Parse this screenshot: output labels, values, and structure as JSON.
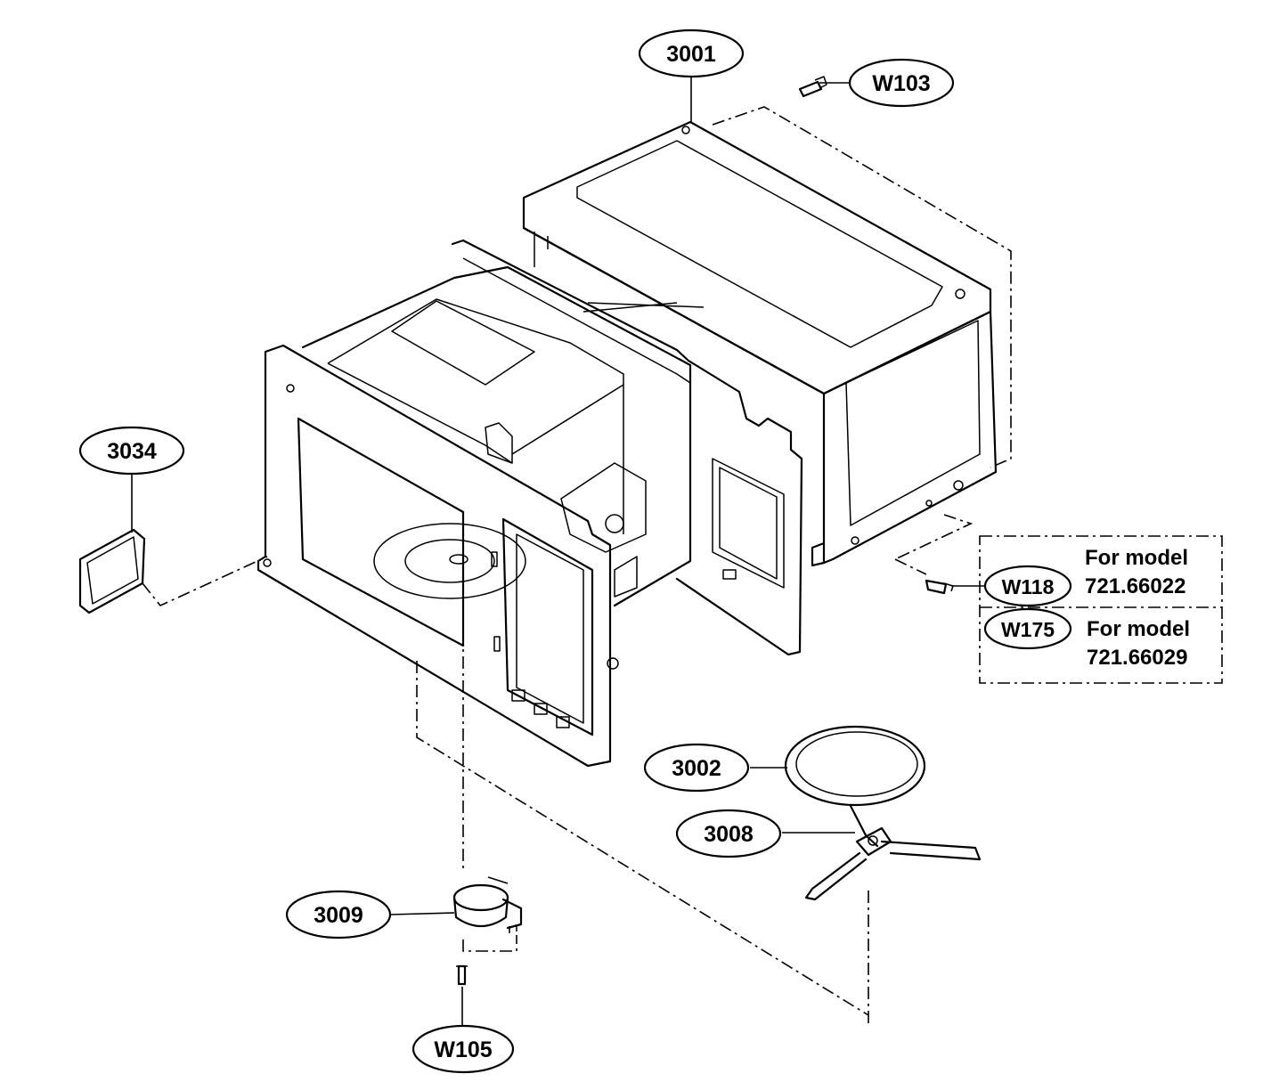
{
  "callouts": {
    "c3001": "3001",
    "w103": "W103",
    "c3034": "3034",
    "w118": "W118",
    "w175": "W175",
    "c3002": "3002",
    "c3008": "3008",
    "c3009": "3009",
    "w105": "W105"
  },
  "model_notes": {
    "w118_line1": "For model",
    "w118_line2": "721.66022",
    "w175_line1": "For model",
    "w175_line2": "721.66029"
  }
}
